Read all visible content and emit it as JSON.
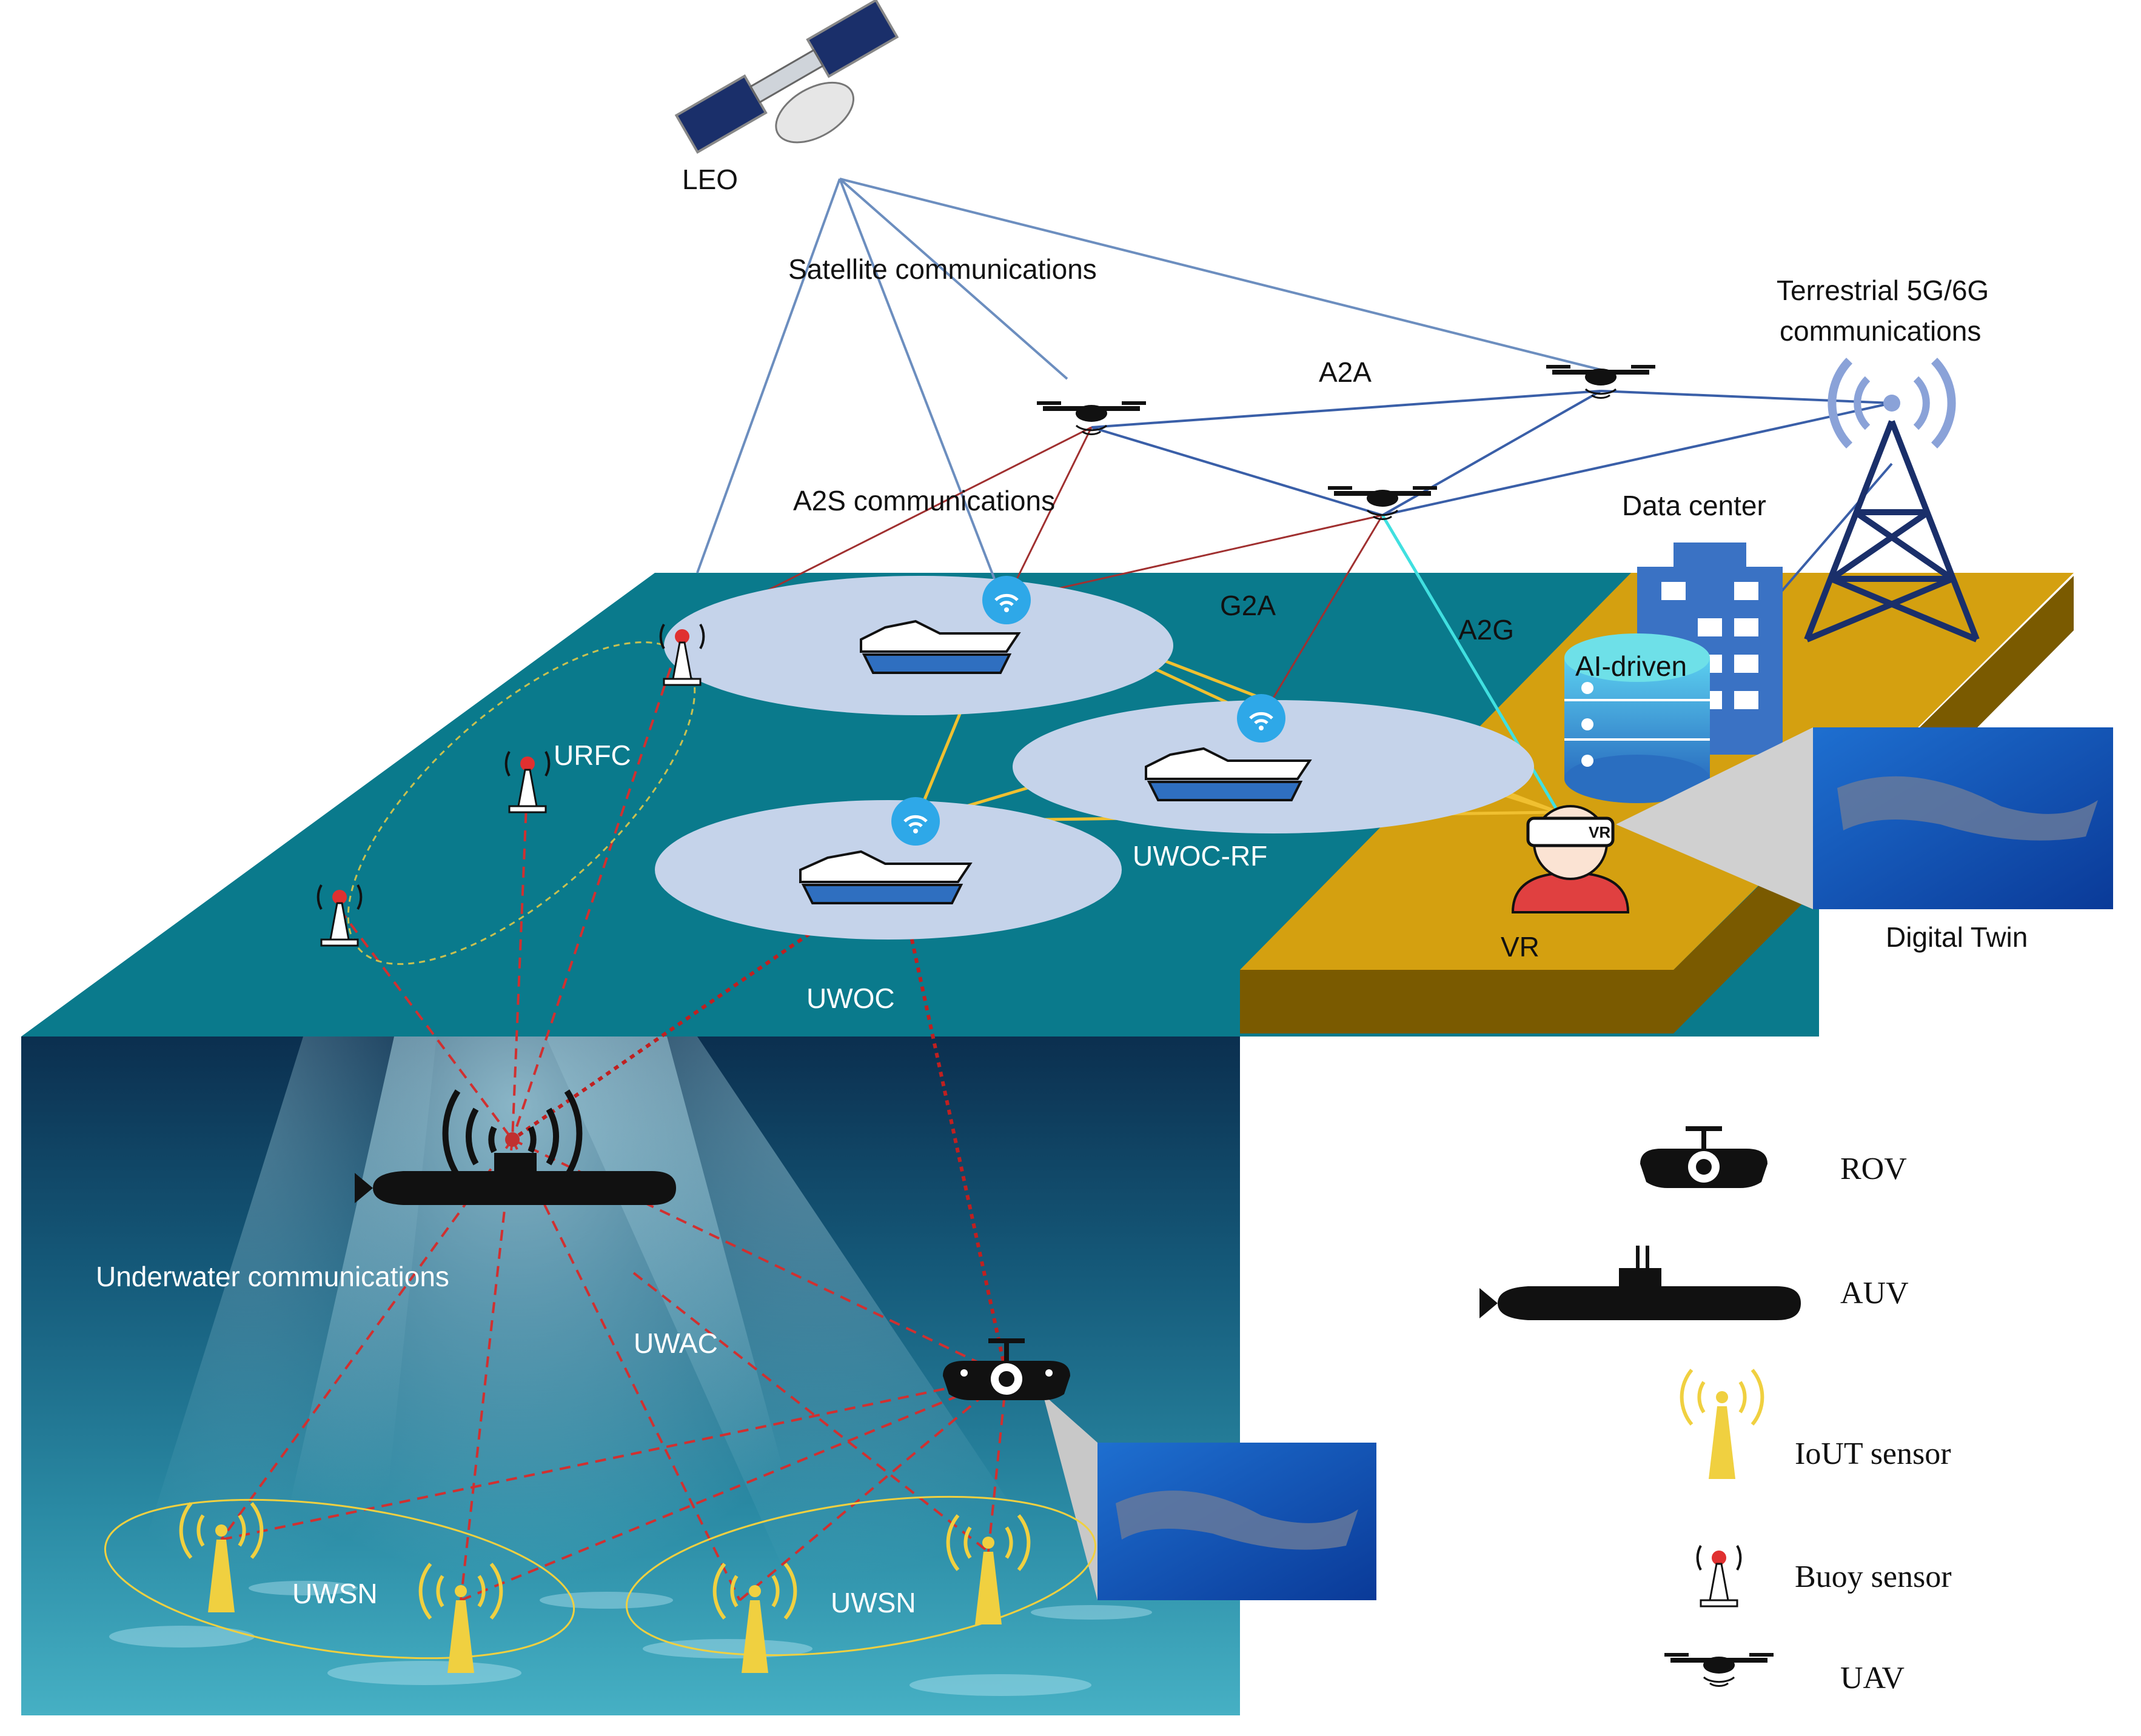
{
  "labels": {
    "leo": "LEO",
    "satellite_comm": "Satellite communications",
    "terrestrial_line1": "Terrestrial 5G/6G",
    "terrestrial_line2": "communications",
    "a2a": "A2A",
    "a2s": "A2S communications",
    "data_center": "Data center",
    "g2a": "G2A",
    "a2g": "A2G",
    "ai_driven": "AI-driven",
    "urfc": "URFC",
    "uwoc_rf": "UWOC-RF",
    "uwoc": "UWOC",
    "vr": "VR",
    "vr_headset": "VR",
    "digital_twin": "Digital Twin",
    "underwater_comm": "Underwater communications",
    "uwac": "UWAC",
    "uwsn_left": "UWSN",
    "uwsn_right": "UWSN"
  },
  "legend": [
    {
      "icon": "rov-icon",
      "label": "ROV"
    },
    {
      "icon": "auv-icon",
      "label": "AUV"
    },
    {
      "icon": "iout-sensor-icon",
      "label": "IoUT sensor"
    },
    {
      "icon": "buoy-sensor-icon",
      "label": "Buoy sensor"
    },
    {
      "icon": "uav-icon",
      "label": "UAV"
    }
  ],
  "colors": {
    "sea_surface": "#0a7a8c",
    "land": "#d4a010",
    "land_side": "#7a5a00",
    "sea_side": "#2a7c8a",
    "underwater_deep": "#0a2a45",
    "underwater_light": "#3aa0b8",
    "satellite_link": "#6c8ebf",
    "a2a_link": "#3a5fa8",
    "a2s_link": "#a03030",
    "g2a_link": "#f0c030",
    "a2g_link": "#40e0e0",
    "underwater_link": "#d03030",
    "wifi_node": "#2ea8e8",
    "data_center": "#3a72c4",
    "vr_person": "#e04040"
  }
}
